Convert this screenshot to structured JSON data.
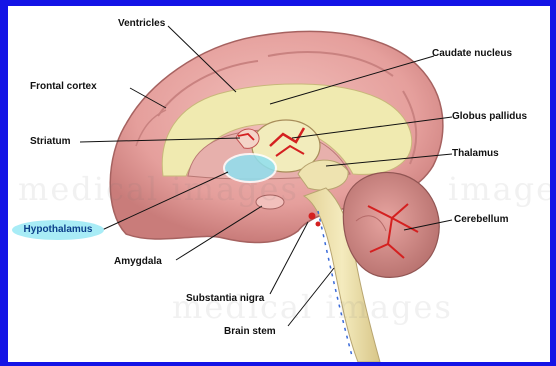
{
  "labels": {
    "ventricles": "Ventricles",
    "caudate_nucleus": "Caudate nucleus",
    "frontal_cortex": "Frontal cortex",
    "globus_pallidus": "Globus pallidus",
    "striatum": "Striatum",
    "thalamus": "Thalamus",
    "hypothalamus": "Hypothalamus",
    "cerebellum": "Cerebellum",
    "amygdala": "Amygdala",
    "substantia_nigra": "Substantia nigra",
    "brain_stem": "Brain stem"
  },
  "watermark": {
    "line1": "medical images",
    "line2": "medical images",
    "line3": "images"
  },
  "colors": {
    "border": "#1414e6",
    "cortex": "#e8a0a0",
    "cortex_dark": "#b86a6a",
    "white_matter": "#f0eab0",
    "hypothalamus_highlight": "#8fe0f0",
    "vessels": "#d42020",
    "brain_stem": "#e9dc9c"
  }
}
